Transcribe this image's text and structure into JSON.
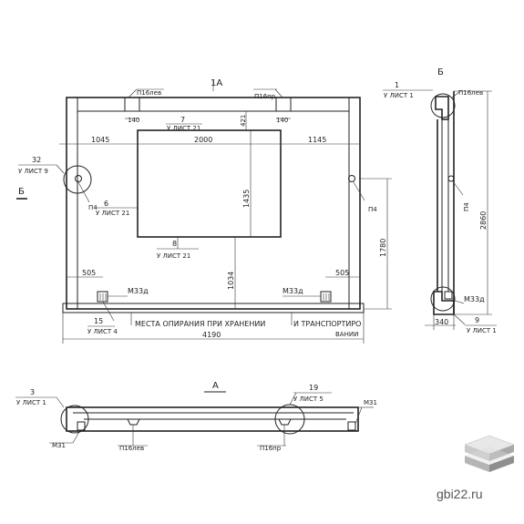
{
  "title_view_1A": "1А",
  "title_view_B": "Б",
  "title_view_A": "А",
  "side_mark_B": "Б",
  "callouts": {
    "c32": "32",
    "c32_sheet": "У ЛИСТ 9",
    "c7": "7",
    "c7_sheet": "У ЛИСТ 21",
    "c6": "6",
    "c6_sheet": "У ЛИСТ 21",
    "c8": "8",
    "c8_sheet": "У ЛИСТ 21",
    "c15": "15",
    "c15_sheet": "У ЛИСТ 4",
    "c1": "1",
    "c1_sheet": "У ЛИСТ 1",
    "c9": "9",
    "c9_sheet": "У ЛИСТ 1",
    "c3": "3",
    "c3_sheet": "У ЛИСТ 1",
    "c19": "19",
    "c19_sheet": "У ЛИСТ 5"
  },
  "parts": {
    "p16lev": "П16лев",
    "p16pr": "П16пр",
    "p4": "П4",
    "m33d": "М33д",
    "m31": "М31"
  },
  "dims": {
    "d140": "140",
    "d421": "421",
    "d1045": "1045",
    "d2000": "2000",
    "d1145": "1145",
    "d1435": "1435",
    "d1034": "1034",
    "d1780": "1780",
    "d505": "505",
    "d4190": "4190",
    "d2860": "2860",
    "d340": "340"
  },
  "note_support_1": "МЕСТА ОПИРАНИЯ ПРИ ХРАНЕНИИ",
  "note_support_2": "И ТРАНСПОРТИРО",
  "note_support_3": "ВАНИИ",
  "site_label": "gbi22.ru"
}
